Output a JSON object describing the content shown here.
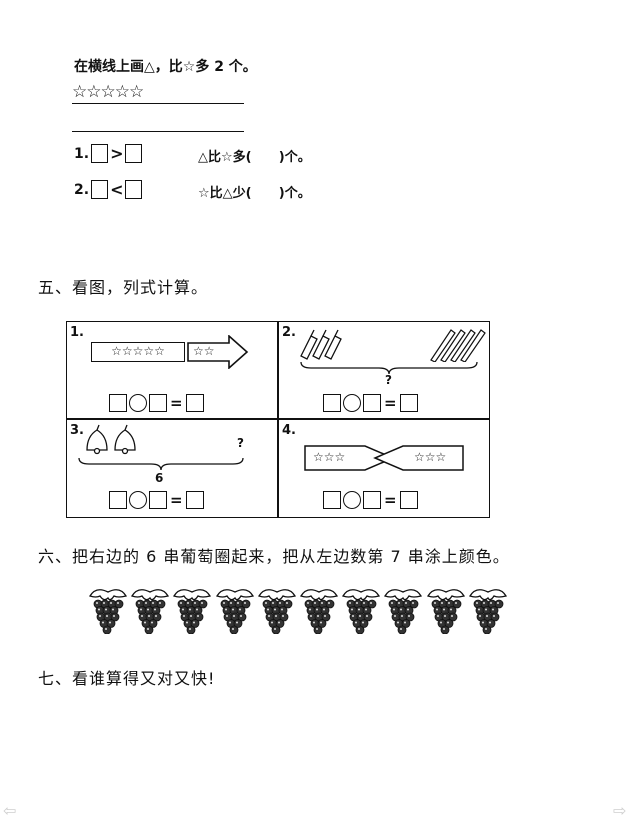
{
  "q4": {
    "instruction": "在横线上画△，比☆多 2 个。",
    "stars": "☆☆☆☆☆",
    "items": [
      {
        "num": "1.",
        "op": ">",
        "text": "△比☆多(      )个。"
      },
      {
        "num": "2.",
        "op": "<",
        "text": "☆比△少(      )个。"
      }
    ]
  },
  "q5": {
    "heading": "五、看图，列式计算。",
    "cells": [
      {
        "num": "1.",
        "box_stars_left": "☆☆☆☆☆",
        "box_stars_arrow": "☆☆"
      },
      {
        "num": "2.",
        "question": "?"
      },
      {
        "num": "3.",
        "question": "?",
        "total": "6"
      },
      {
        "num": "4.",
        "left_stars": "☆☆☆",
        "right_stars": "☆☆☆"
      }
    ],
    "equals": "="
  },
  "q6": {
    "heading": "六、把右边的 6 串葡萄圈起来，把从左边数第 7 串涂上颜色。",
    "grape_count": 10
  },
  "q7": {
    "heading": "七、看谁算得又对又快!"
  },
  "nav": {
    "prev_icon": "⇦",
    "next_icon": "⇨"
  }
}
